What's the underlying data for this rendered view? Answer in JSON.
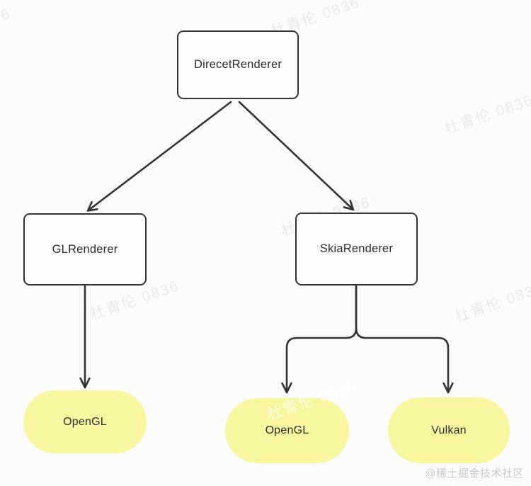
{
  "diagram": {
    "nodes": {
      "root": {
        "label": "DirecetRenderer"
      },
      "gl": {
        "label": "GLRenderer"
      },
      "skia": {
        "label": "SkiaRenderer"
      },
      "gl_backend": {
        "label": "OpenGL"
      },
      "skia_backend1": {
        "label": "OpenGL"
      },
      "skia_backend2": {
        "label": "Vulkan"
      }
    },
    "edges": [
      {
        "from": "DirecetRenderer",
        "to": "GLRenderer"
      },
      {
        "from": "DirecetRenderer",
        "to": "SkiaRenderer"
      },
      {
        "from": "GLRenderer",
        "to": "OpenGL"
      },
      {
        "from": "SkiaRenderer",
        "to": "OpenGL"
      },
      {
        "from": "SkiaRenderer",
        "to": "Vulkan"
      }
    ],
    "colors": {
      "line": "#343434",
      "node_border": "#343434",
      "node_fill": "#fdfdfc",
      "pill_fill": "#f9f6a0",
      "text": "#2d2d2d",
      "background": "#fcfcfa"
    }
  },
  "watermark": {
    "text": "杜青伦 0836"
  },
  "attribution": {
    "text": "@稀土掘金技术社区"
  }
}
